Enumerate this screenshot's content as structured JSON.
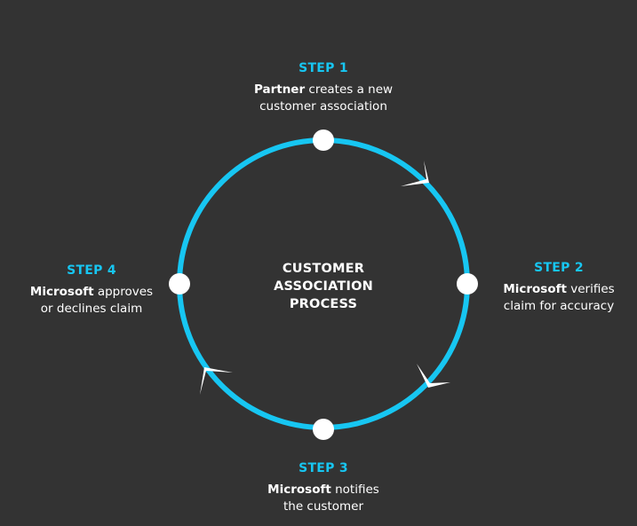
{
  "center_label": [
    "CUSTOMER",
    "ASSOCIATION",
    "PROCESS"
  ],
  "colors": {
    "background": "#333333",
    "accent": "#17c6f2",
    "text": "#ffffff"
  },
  "steps": [
    {
      "title": "STEP 1",
      "actor": "Partner",
      "line1_rest": " creates a new",
      "line2": "customer association"
    },
    {
      "title": "STEP 2",
      "actor": "Microsoft",
      "line1_rest": " verifies",
      "line2": "claim for accuracy"
    },
    {
      "title": "STEP 3",
      "actor": "Microsoft",
      "line1_rest": " notifies",
      "line2": "the customer"
    },
    {
      "title": "STEP 4",
      "actor": "Microsoft",
      "line1_rest": " approves",
      "line2": "or declines claim"
    }
  ]
}
